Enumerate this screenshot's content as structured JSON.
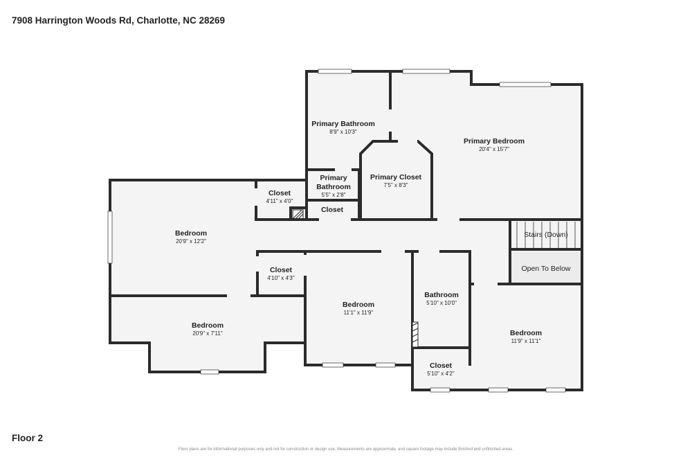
{
  "header": {
    "address": "7908 Harrington Woods Rd, Charlotte, NC 28269"
  },
  "footer": {
    "floor_label": "Floor 2",
    "disclaimer": "Floor plans are for informational purposes only and not for construction or design use. Measurements are approximate, and square footage may include finished and unfinished areas."
  },
  "rooms": {
    "primary_bathroom": {
      "name": "Primary Bathroom",
      "dims": "8'9\" x 10'3\""
    },
    "primary_bedroom": {
      "name": "Primary Bedroom",
      "dims": "20'4\" x 15'7\""
    },
    "primary_closet": {
      "name": "Primary Closet",
      "dims": "7'5\" x 8'3\""
    },
    "primary_bathroom_small": {
      "name_line1": "Primary",
      "name_line2": "Bathroom",
      "dims": "5'5\" x 2'8\""
    },
    "closet_upper_left": {
      "name": "Closet",
      "dims": "4'11\" x 4'0\""
    },
    "closet_small": {
      "name": "Closet"
    },
    "bedroom_left": {
      "name": "Bedroom",
      "dims": "20'9\" x 12'2\""
    },
    "closet_mid": {
      "name": "Closet",
      "dims": "4'10\" x 4'3\""
    },
    "bedroom_bottom_left": {
      "name": "Bedroom",
      "dims": "20'9\" x 7'11\""
    },
    "bedroom_center": {
      "name": "Bedroom",
      "dims": "11'1\" x 11'9\""
    },
    "bathroom": {
      "name": "Bathroom",
      "dims": "5'10\" x 10'0\""
    },
    "closet_bottom": {
      "name": "Closet",
      "dims": "5'10\" x 4'2\""
    },
    "bedroom_right": {
      "name": "Bedroom",
      "dims": "11'9\" x 11'1\""
    },
    "stairs": {
      "name": "Stairs (Down)"
    },
    "open_to_below": {
      "name": "Open To Below"
    }
  },
  "colors": {
    "wall": "#2b2b2b",
    "floor": "#f4f4f4",
    "window": "#ffffff"
  }
}
